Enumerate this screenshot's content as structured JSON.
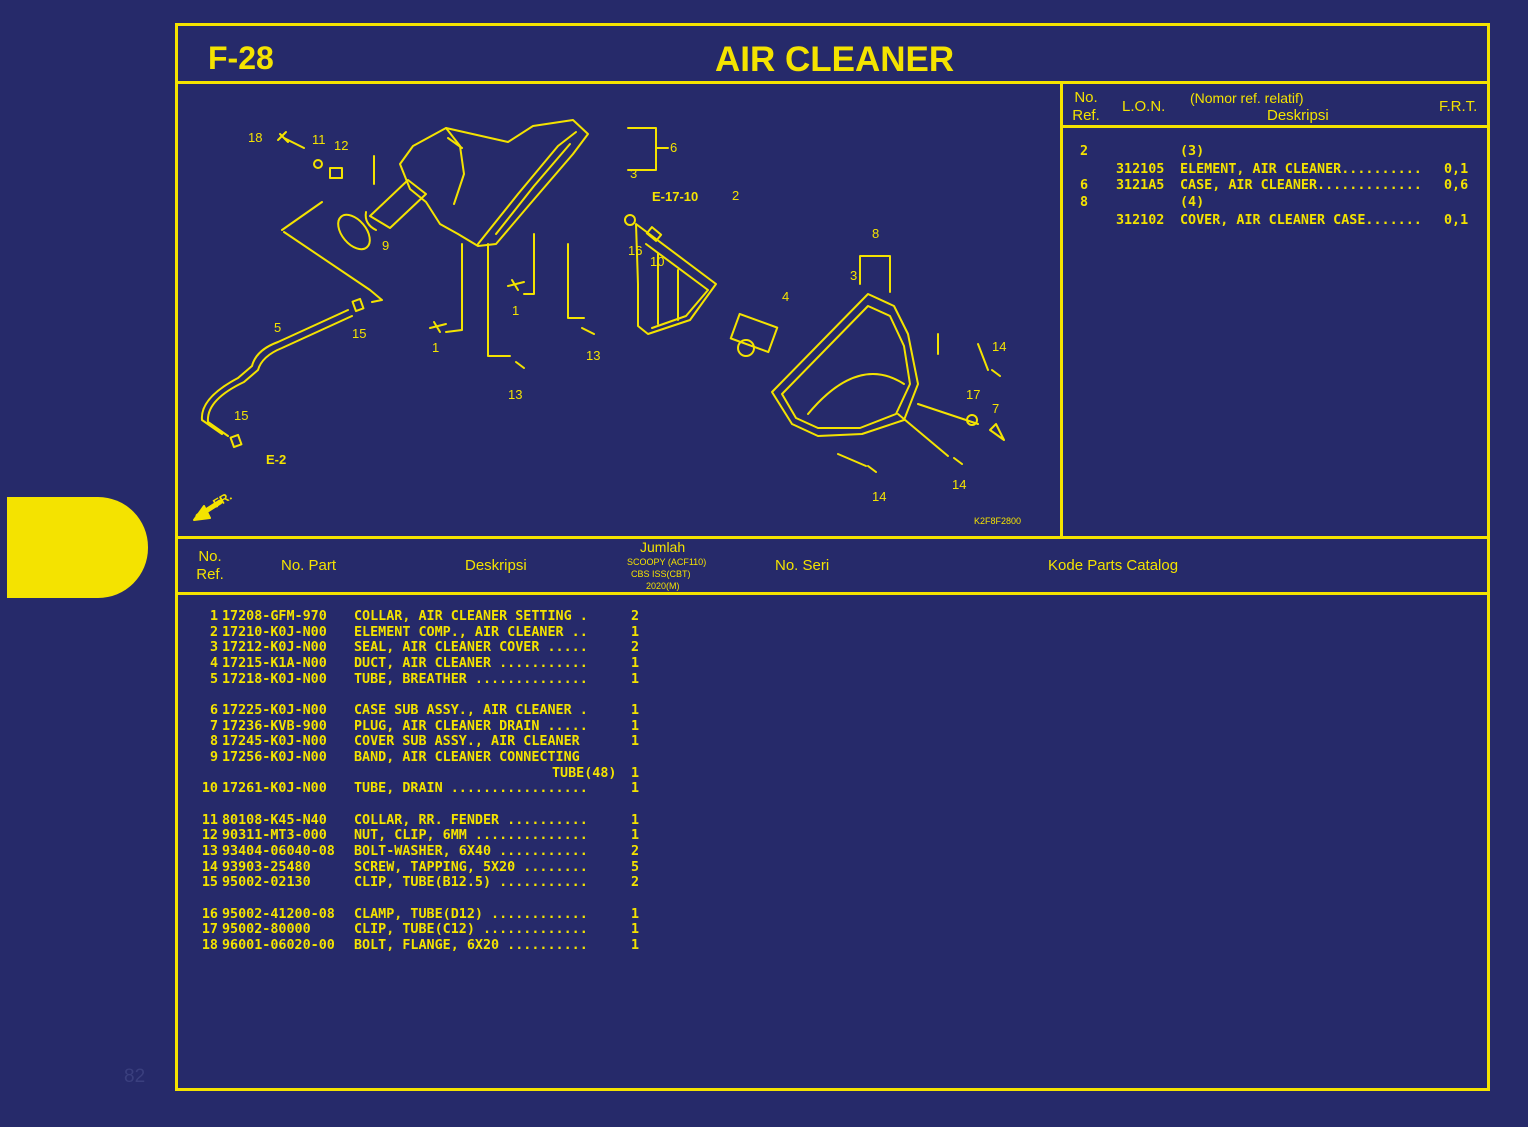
{
  "page": {
    "number": "82"
  },
  "header": {
    "code": "F-28",
    "title": "AIR CLEANER"
  },
  "diagram": {
    "image_code": "K2F8F2800",
    "front_marker": "FR.",
    "callouts": [
      "18",
      "11",
      "12",
      "6",
      "3",
      "E-17-10",
      "2",
      "8",
      "3",
      "16",
      "10",
      "9",
      "1",
      "4",
      "5",
      "15",
      "1",
      "13",
      "13",
      "14",
      "17",
      "7",
      "15",
      "E-2",
      "14",
      "14"
    ]
  },
  "frt_table": {
    "headers": {
      "no_ref": "No.\nRef.",
      "lon": "L.O.N.",
      "nomor": "(Nomor ref. relatif)",
      "deskripsi": "Deskripsi",
      "frt": "F.R.T."
    },
    "rows": [
      {
        "ref": "2",
        "lon": "",
        "desc": "(3)",
        "frt": ""
      },
      {
        "ref": "",
        "lon": "312105",
        "desc": "ELEMENT, AIR CLEANER..........",
        "frt": "0,1"
      },
      {
        "ref": "6",
        "lon": "3121A5",
        "desc": "CASE, AIR CLEANER.............",
        "frt": "0,6"
      },
      {
        "ref": "8",
        "lon": "",
        "desc": "(4)",
        "frt": ""
      },
      {
        "ref": "",
        "lon": "312102",
        "desc": "COVER, AIR CLEANER CASE.......",
        "frt": "0,1"
      }
    ]
  },
  "parts_table": {
    "headers": {
      "no_ref": "No.\nRef.",
      "no_part": "No. Part",
      "deskripsi": "Deskripsi",
      "jumlah": "Jumlah",
      "jumlah_sub1": "SCOOPY (ACF110)",
      "jumlah_sub2": "CBS ISS(CBT)",
      "jumlah_sub3": "2020(M)",
      "no_seri": "No. Seri",
      "kode": "Kode Parts Catalog"
    },
    "rows": [
      {
        "ref": "1",
        "part": "17208-GFM-970",
        "desc": "COLLAR, AIR CLEANER SETTING .",
        "qty": "2"
      },
      {
        "ref": "2",
        "part": "17210-K0J-N00",
        "desc": "ELEMENT COMP., AIR CLEANER ..",
        "qty": "1"
      },
      {
        "ref": "3",
        "part": "17212-K0J-N00",
        "desc": "SEAL, AIR CLEANER COVER .....",
        "qty": "2"
      },
      {
        "ref": "4",
        "part": "17215-K1A-N00",
        "desc": "DUCT, AIR CLEANER ...........",
        "qty": "1"
      },
      {
        "ref": "5",
        "part": "17218-K0J-N00",
        "desc": "TUBE, BREATHER ..............",
        "qty": "1"
      },
      {
        "ref": "6",
        "part": "17225-K0J-N00",
        "desc": "CASE SUB ASSY., AIR CLEANER .",
        "qty": "1"
      },
      {
        "ref": "7",
        "part": "17236-KVB-900",
        "desc": "PLUG, AIR CLEANER DRAIN .....",
        "qty": "1"
      },
      {
        "ref": "8",
        "part": "17245-K0J-N00",
        "desc": "COVER SUB ASSY., AIR CLEANER",
        "qty": "1"
      },
      {
        "ref": "9",
        "part": "17256-K0J-N00",
        "desc": "BAND, AIR CLEANER CONNECTING",
        "qty": ""
      },
      {
        "ref": "",
        "part": "",
        "desc": "",
        "qty": "1"
      },
      {
        "ref": "10",
        "part": "17261-K0J-N00",
        "desc": "TUBE, DRAIN .................",
        "qty": "1"
      },
      {
        "ref": "11",
        "part": "80108-K45-N40",
        "desc": "COLLAR, RR. FENDER ..........",
        "qty": "1"
      },
      {
        "ref": "12",
        "part": "90311-MT3-000",
        "desc": "NUT, CLIP, 6MM ..............",
        "qty": "1"
      },
      {
        "ref": "13",
        "part": "93404-06040-08",
        "desc": "BOLT-WASHER, 6X40 ...........",
        "qty": "2"
      },
      {
        "ref": "14",
        "part": "93903-25480",
        "desc": "SCREW, TAPPING, 5X20 ........",
        "qty": "5"
      },
      {
        "ref": "15",
        "part": "95002-02130",
        "desc": "CLIP, TUBE(B12.5) ...........",
        "qty": "2"
      },
      {
        "ref": "16",
        "part": "95002-41200-08",
        "desc": "CLAMP, TUBE(D12) ............",
        "qty": "1"
      },
      {
        "ref": "17",
        "part": "95002-80000",
        "desc": "CLIP, TUBE(C12) .............",
        "qty": "1"
      },
      {
        "ref": "18",
        "part": "96001-06020-00",
        "desc": "BOLT, FLANGE, 6X20 ..........",
        "qty": "1"
      }
    ],
    "continuation": "TUBE(48)"
  }
}
